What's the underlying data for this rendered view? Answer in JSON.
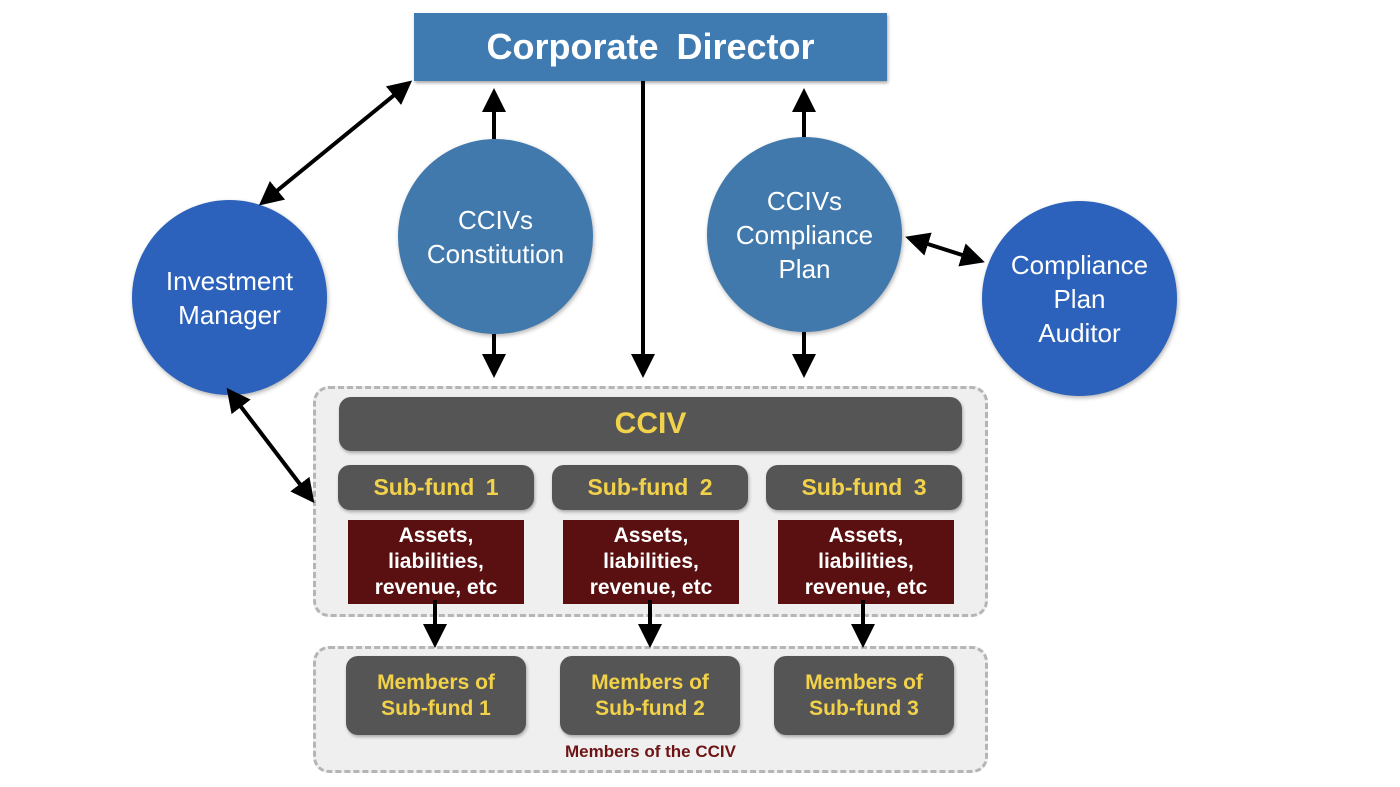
{
  "diagram": {
    "top": {
      "label": "Corporate  Director",
      "color": "#3f7bb0"
    },
    "circles": {
      "investment_manager": {
        "label_lines": [
          "Investment",
          "Manager"
        ],
        "color": "#2c62bb"
      },
      "constitution": {
        "label_lines": [
          "CCIVs",
          "Constitution"
        ],
        "color": "#4179ad"
      },
      "compliance_plan": {
        "label_lines": [
          "CCIVs",
          "Compliance",
          "Plan"
        ],
        "color": "#4179ad"
      },
      "auditor": {
        "label_lines": [
          "Compliance",
          "Plan",
          "Auditor"
        ],
        "color": "#2c62bb"
      }
    },
    "cciv": {
      "label": "CCIV",
      "text_color": "#f2d24a",
      "fill": "#555555"
    },
    "subfunds": [
      {
        "label": "Sub-fund  1",
        "assets_lines": [
          "Assets,",
          "liabilities,",
          "revenue, etc"
        ],
        "members_lines": [
          "Members of",
          "Sub-fund 1"
        ]
      },
      {
        "label": "Sub-fund  2",
        "assets_lines": [
          "Assets,",
          "liabilities,",
          "revenue, etc"
        ],
        "members_lines": [
          "Members of",
          "Sub-fund 2"
        ]
      },
      {
        "label": "Sub-fund  3",
        "assets_lines": [
          "Assets,",
          "liabilities,",
          "revenue, etc"
        ],
        "members_lines": [
          "Members of",
          "Sub-fund 3"
        ]
      }
    ],
    "assets_color": "#5a1010",
    "members_group_label": "Members of the CCIV",
    "members_group_label_color": "#6e1414",
    "edges": [
      {
        "from": "Corporate Director",
        "to": "Investment Manager",
        "direction": "both"
      },
      {
        "from": "CCIVs Constitution",
        "to": "Corporate Director",
        "direction": "forward"
      },
      {
        "from": "CCIVs Constitution",
        "to": "CCIV",
        "direction": "forward"
      },
      {
        "from": "Corporate Director",
        "to": "CCIV",
        "direction": "forward"
      },
      {
        "from": "CCIVs Compliance Plan",
        "to": "Corporate Director",
        "direction": "forward"
      },
      {
        "from": "CCIVs Compliance Plan",
        "to": "CCIV",
        "direction": "forward"
      },
      {
        "from": "CCIVs Compliance Plan",
        "to": "Compliance Plan Auditor",
        "direction": "both"
      },
      {
        "from": "Investment Manager",
        "to": "CCIV",
        "direction": "both"
      },
      {
        "from": "Sub-fund 1 assets",
        "to": "Members of Sub-fund 1",
        "direction": "forward"
      },
      {
        "from": "Sub-fund 2 assets",
        "to": "Members of Sub-fund 2",
        "direction": "forward"
      },
      {
        "from": "Sub-fund 3 assets",
        "to": "Members of Sub-fund 3",
        "direction": "forward"
      }
    ]
  }
}
